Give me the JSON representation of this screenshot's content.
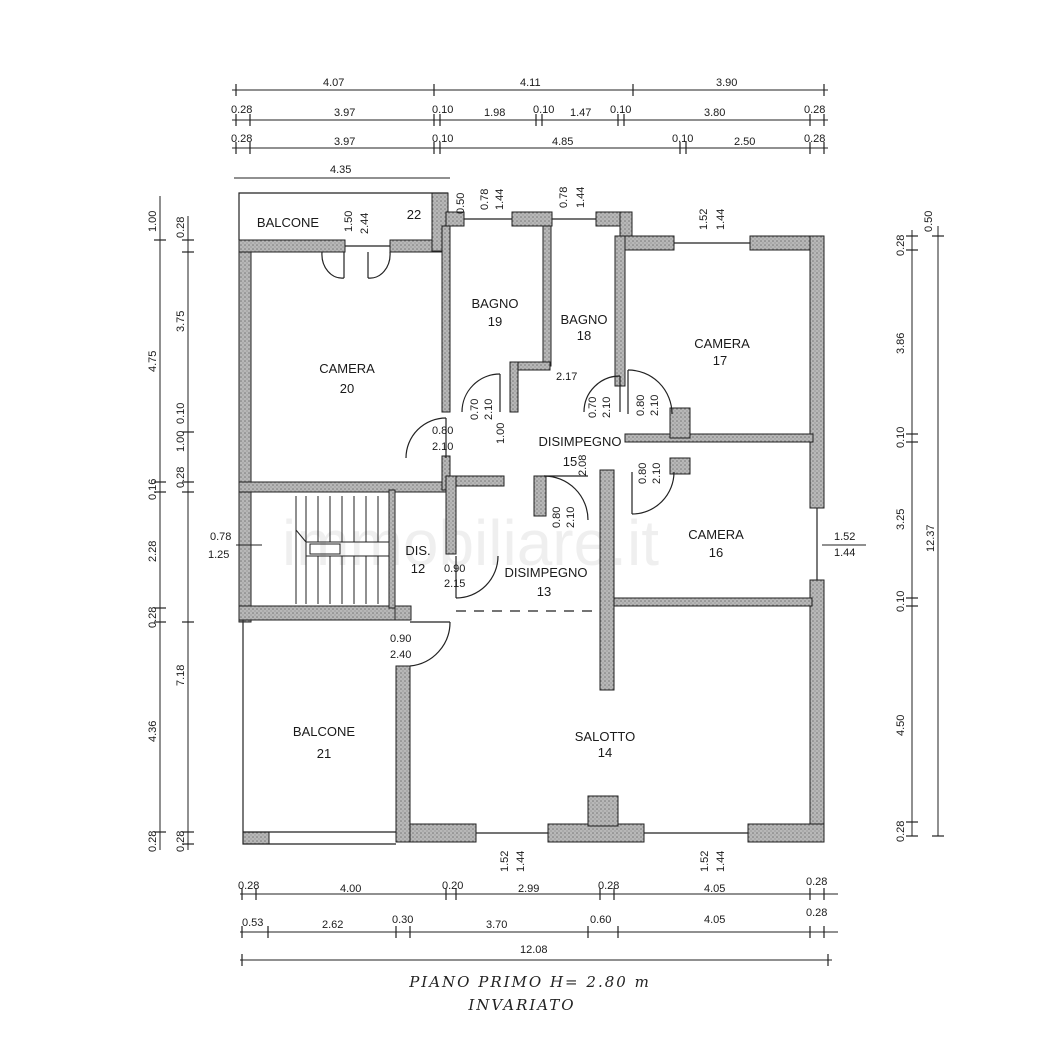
{
  "plan": {
    "caption_line1": "PIANO PRIMO H= 2.80 m",
    "caption_line2": "INVARIATO",
    "watermark": "immobiliare.it",
    "rooms": [
      {
        "id": "balcone-22",
        "name": "BALCONE",
        "number": "22"
      },
      {
        "id": "camera-20",
        "name": "CAMERA",
        "number": "20"
      },
      {
        "id": "bagno-19",
        "name": "BAGNO",
        "number": "19"
      },
      {
        "id": "bagno-18",
        "name": "BAGNO",
        "number": "18"
      },
      {
        "id": "camera-17",
        "name": "CAMERA",
        "number": "17"
      },
      {
        "id": "disimpegno-15",
        "name": "DISIMPEGNO",
        "number": "15"
      },
      {
        "id": "camera-16",
        "name": "CAMERA",
        "number": "16"
      },
      {
        "id": "dis-12",
        "name": "DIS.",
        "number": "12"
      },
      {
        "id": "disimpegno-13",
        "name": "DISIMPEGNO",
        "number": "13"
      },
      {
        "id": "balcone-21",
        "name": "BALCONE",
        "number": "21"
      },
      {
        "id": "salotto-14",
        "name": "SALOTTO",
        "number": "14"
      }
    ],
    "top_dims": {
      "row1": [
        "4.07",
        "4.11",
        "3.90"
      ],
      "row2": [
        "0.28",
        "3.97",
        "0.10",
        "1.98",
        "0.10",
        "1.47",
        "0.10",
        "3.80",
        "0.28"
      ],
      "row3": [
        "0.28",
        "3.97",
        "0.10",
        "4.85",
        "0.10",
        "2.50",
        "0.28"
      ],
      "balcony": "4.35"
    },
    "bottom_dims": {
      "row1": [
        "0.28",
        "4.00",
        "0.20",
        "2.99",
        "0.28",
        "4.05",
        "0.28"
      ],
      "row2": [
        "0.53",
        "2.62",
        "0.30",
        "3.70",
        "0.60",
        "4.05",
        "0.28"
      ],
      "total": "12.08"
    },
    "left_dims": {
      "outer": [
        "1.00",
        "4.75",
        "0.16",
        "2.28",
        "7.18",
        "0.28"
      ],
      "inner": [
        "0.28",
        "3.75",
        "0.10",
        "1.00",
        "0.28",
        "0.28",
        "4.36",
        "0.28"
      ]
    },
    "right_dims": {
      "inner": [
        "0.28",
        "3.86",
        "0.10",
        "3.25",
        "0.10",
        "4.50",
        "0.28"
      ],
      "outer": [
        "0.50",
        "12.37"
      ]
    },
    "opening_dims": {
      "balc22_a": "1.50",
      "balc22_b": "2.44",
      "balc22_side": "0.50",
      "bagno19_a": "0.78",
      "bagno19_b": "1.44",
      "bagno18_a": "0.78",
      "bagno18_b": "1.44",
      "cam17_a": "1.52",
      "cam17_b": "1.44",
      "bagno18_width": "2.17",
      "door19_a": "0.70",
      "door19_b": "2.10",
      "door18_a": "0.70",
      "door18_b": "2.10",
      "door17_a": "0.80",
      "door17_b": "2.10",
      "door20_a": "0.80",
      "door20_b": "2.10",
      "dis15_width": "1.00",
      "dis15_height": "2.08",
      "door16_a": "0.80",
      "door16_b": "2.10",
      "door13_a": "0.80",
      "door13_b": "2.10",
      "stair_a": "0.78",
      "stair_b": "1.25",
      "door12_a": "0.90",
      "door12_b": "2.15",
      "door14_a": "0.90",
      "door14_b": "2.40",
      "cam16_a": "1.52",
      "cam16_b": "1.44",
      "sal_win1_a": "1.52",
      "sal_win1_b": "1.44",
      "sal_win2_a": "1.52",
      "sal_win2_b": "1.44"
    }
  }
}
